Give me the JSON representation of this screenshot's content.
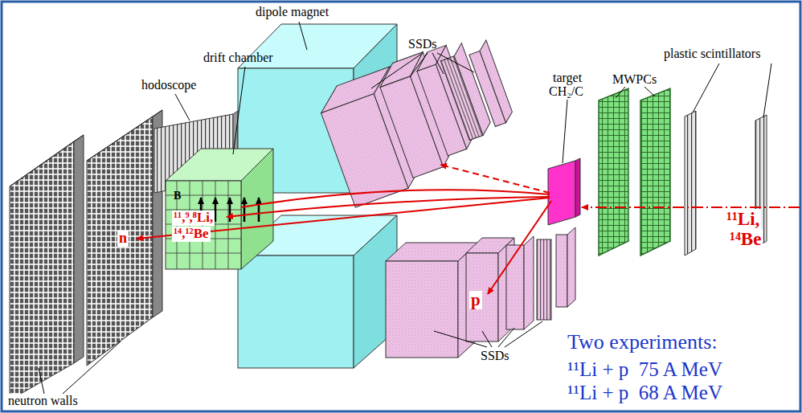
{
  "diagram": {
    "labels": [
      "dipole magnet",
      "SSDs",
      "plastic scintillators",
      "drift chamber",
      "hodoscope",
      "target",
      "CH₂/C",
      "MWPCs",
      "¹¹,⁹,⁸Li,",
      "¹⁴,¹²Be",
      "B",
      "n",
      "p",
      "¹¹Li,",
      "¹⁴Be",
      "SSDs",
      "Two experiments:",
      "¹¹Li + p  75 A MeV",
      "¹¹Li + p  68 A MeV",
      "neutron walls"
    ]
  }
}
